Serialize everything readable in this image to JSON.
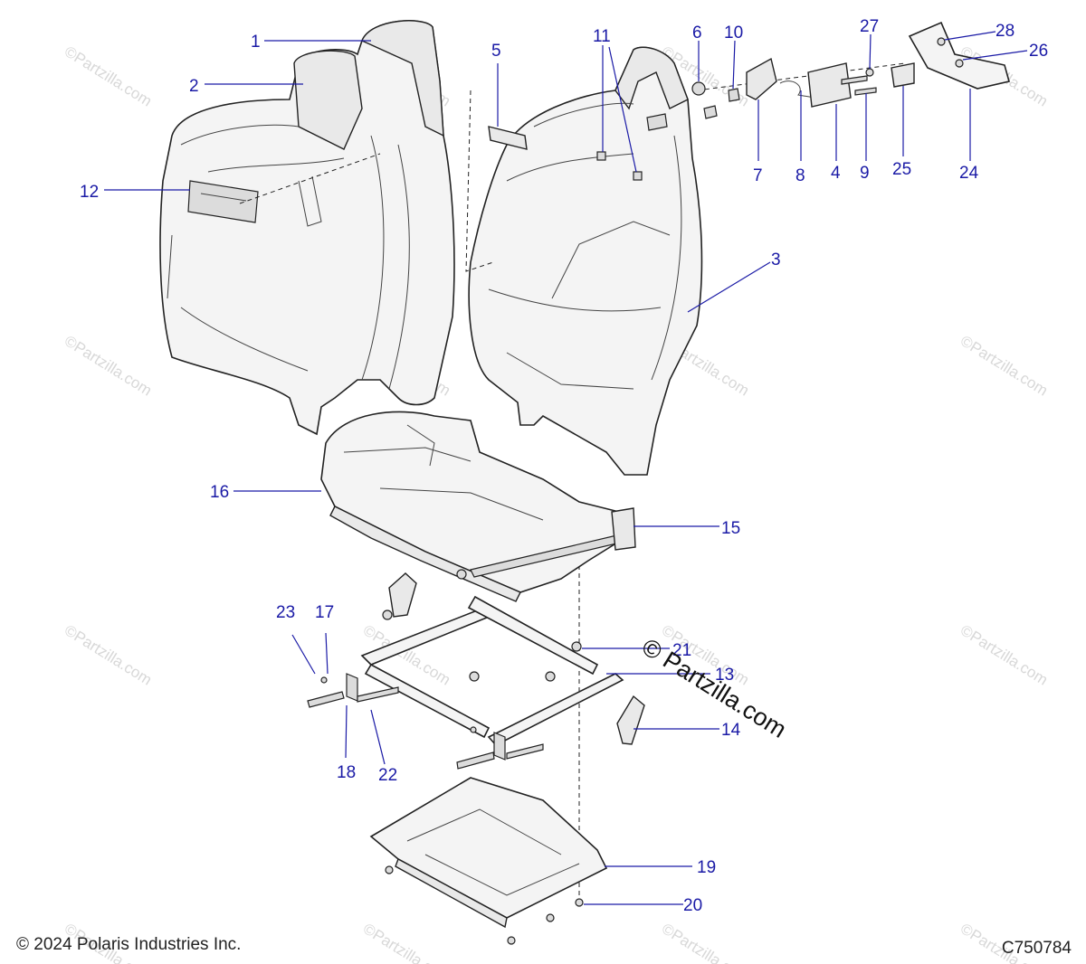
{
  "watermark_text": "©Partzilla.com",
  "stamp_text": "© Partzilla.com",
  "copyright": "© 2024 Polaris Industries Inc.",
  "diagram_code": "C750784",
  "callouts": [
    {
      "id": "c1",
      "label": "1"
    },
    {
      "id": "c2",
      "label": "2"
    },
    {
      "id": "c3",
      "label": "3"
    },
    {
      "id": "c4",
      "label": "4"
    },
    {
      "id": "c5",
      "label": "5"
    },
    {
      "id": "c6",
      "label": "6"
    },
    {
      "id": "c7",
      "label": "7"
    },
    {
      "id": "c8",
      "label": "8"
    },
    {
      "id": "c9",
      "label": "9"
    },
    {
      "id": "c10",
      "label": "10"
    },
    {
      "id": "c11",
      "label": "11"
    },
    {
      "id": "c12",
      "label": "12"
    },
    {
      "id": "c13",
      "label": "13"
    },
    {
      "id": "c14",
      "label": "14"
    },
    {
      "id": "c15",
      "label": "15"
    },
    {
      "id": "c16",
      "label": "16"
    },
    {
      "id": "c17",
      "label": "17"
    },
    {
      "id": "c18",
      "label": "18"
    },
    {
      "id": "c19",
      "label": "19"
    },
    {
      "id": "c20",
      "label": "20"
    },
    {
      "id": "c21",
      "label": "21"
    },
    {
      "id": "c22",
      "label": "22"
    },
    {
      "id": "c23",
      "label": "23"
    },
    {
      "id": "c24",
      "label": "24"
    },
    {
      "id": "c25",
      "label": "25"
    },
    {
      "id": "c26",
      "label": "26"
    },
    {
      "id": "c27",
      "label": "27"
    },
    {
      "id": "c28",
      "label": "28"
    }
  ]
}
